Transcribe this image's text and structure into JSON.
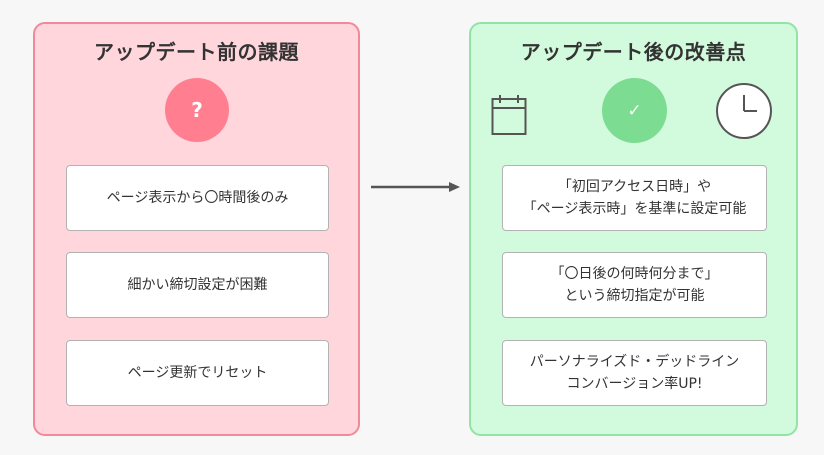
{
  "before": {
    "title": "アップデート前の課題",
    "icon_text": "?",
    "cards": [
      "ページ表示から〇時間後のみ",
      "細かい締切設定が困難",
      "ページ更新でリセット"
    ],
    "colors": {
      "background": "#ffd6dc",
      "border": "#f08a9a",
      "icon": "#ff7f90"
    }
  },
  "after": {
    "title": "アップデート後の改善点",
    "icon_text": "✓",
    "icons": [
      "calendar-icon",
      "check-icon",
      "clock-icon"
    ],
    "cards": [
      {
        "line1": "「初回アクセス日時」や",
        "line2": "「ページ表示時」を基準に設定可能"
      },
      {
        "line1": "「〇日後の何時何分まで」",
        "line2": "という締切指定が可能"
      },
      {
        "line1": "パーソナライズド・デッドライン",
        "line2": "コンバージョン率UP!"
      }
    ],
    "colors": {
      "background": "#d2fadc",
      "border": "#92e3a6",
      "icon": "#7bdc92"
    }
  },
  "connector": {
    "icon": "arrow-right-icon",
    "color": "#555555"
  }
}
